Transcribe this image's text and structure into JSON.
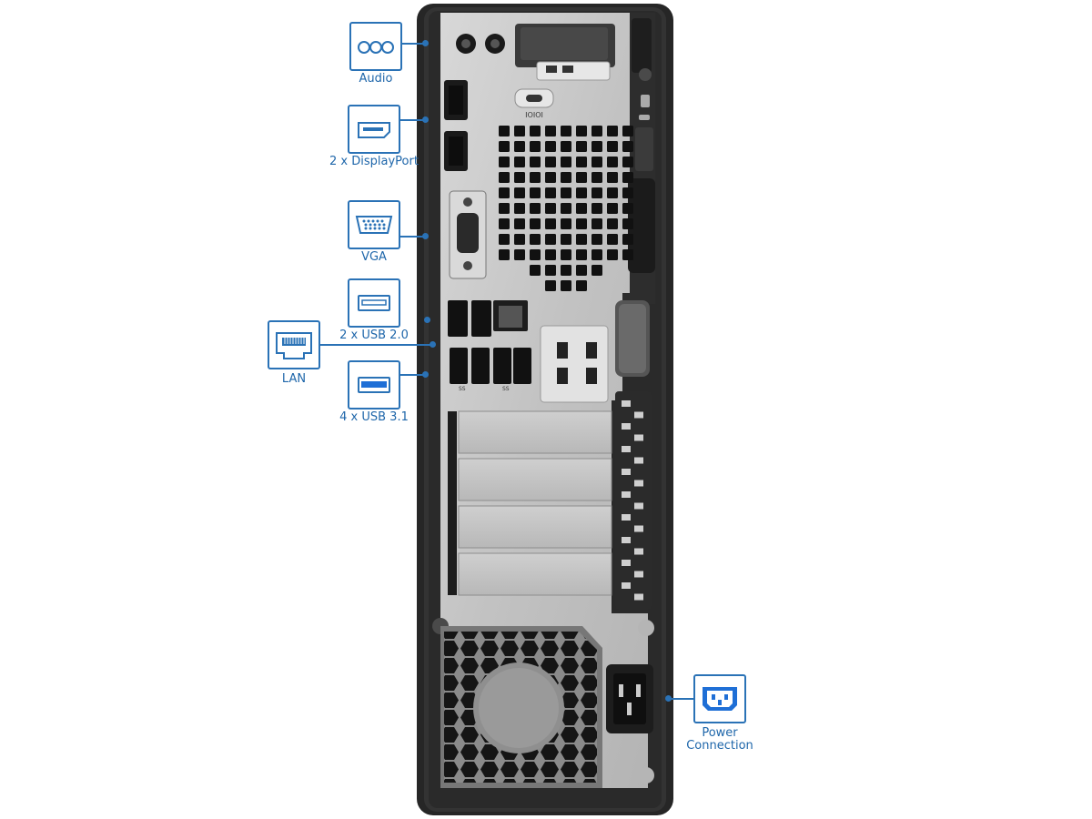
{
  "callouts": {
    "audio": {
      "label": "Audio",
      "icon": "audio-jacks-icon"
    },
    "displayport": {
      "label": "2 x DisplayPort",
      "icon": "displayport-icon"
    },
    "vga": {
      "label": "VGA",
      "icon": "vga-port-icon"
    },
    "usb2": {
      "label": "2 x USB 2.0",
      "icon": "usb-port-icon"
    },
    "lan": {
      "label": "LAN",
      "icon": "ethernet-port-icon"
    },
    "usb3": {
      "label": "4 x USB 3.1",
      "icon": "usb3-port-icon"
    },
    "power": {
      "label_line1": "Power",
      "label_line2": "Connection",
      "icon": "power-socket-icon"
    }
  },
  "device": {
    "io_mark": "IOIOI",
    "usb_marks": [
      "SS",
      "SS"
    ]
  },
  "colors": {
    "accent": "#2a72b6",
    "usb3_blue": "#1f6fd6",
    "chassis": "#2b2b2b",
    "panel": "#c9c9c9"
  }
}
